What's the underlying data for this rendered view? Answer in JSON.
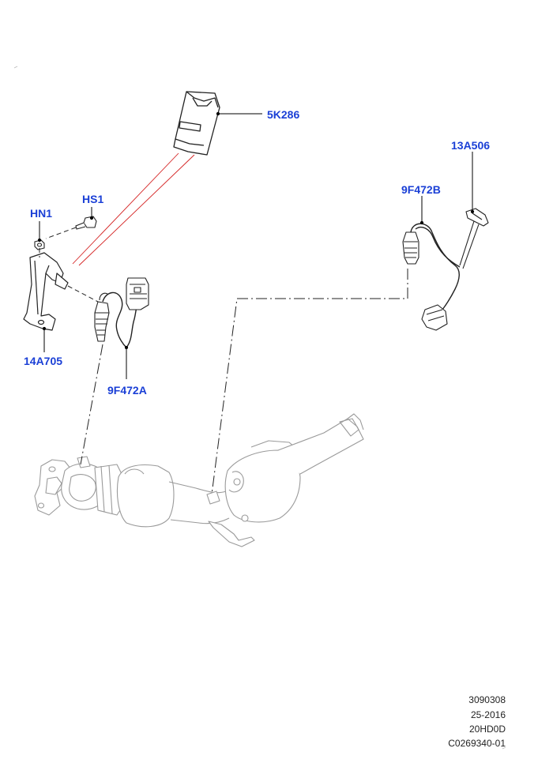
{
  "callouts": {
    "heat_shield": "5K286",
    "clip": "13A506",
    "sensor_b": "9F472B",
    "bolt": "HS1",
    "nut": "HN1",
    "bracket": "14A705",
    "sensor_a": "9F472A"
  },
  "info_block": {
    "line1": "3090308",
    "line2": "25-2016",
    "line3": "20HD0D",
    "line4": "C0269340-01"
  },
  "colors": {
    "callout_text": "#1a3fd6",
    "leader": "#000000",
    "part_outline": "#222222",
    "exhaust_outline": "#9a9a9a",
    "highlight_line": "#d42020"
  }
}
